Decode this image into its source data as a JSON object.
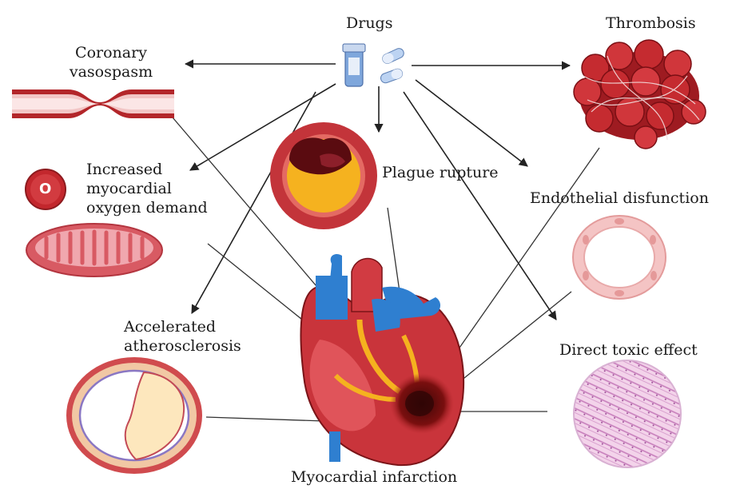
{
  "labels": {
    "drugs": "Drugs",
    "coronary_vasospasm": [
      "Coronary",
      "vasospasm"
    ],
    "thrombosis": "Thrombosis",
    "oxygen_demand": [
      "Increased",
      "myocardial",
      "oxygen demand"
    ],
    "plaque_rupture": "Plague rupture",
    "endothelial": "Endothelial disfunction",
    "atherosclerosis": [
      "Accelerated",
      "atherosclerosis"
    ],
    "toxic_effect": "Direct toxic effect",
    "myocardial_infarction": "Myocardial infarction",
    "oxygen_symbol": "O"
  },
  "colors": {
    "vessel_red": "#b3262a",
    "heart_red": "#c9343b",
    "blood_cell": "#b9232a",
    "vein_blue": "#2f7fd0",
    "plaque_yellow": "#f5b21f",
    "endothelium_pink": "#f2b8b8",
    "tissue_pink": "#e8a7d2"
  }
}
